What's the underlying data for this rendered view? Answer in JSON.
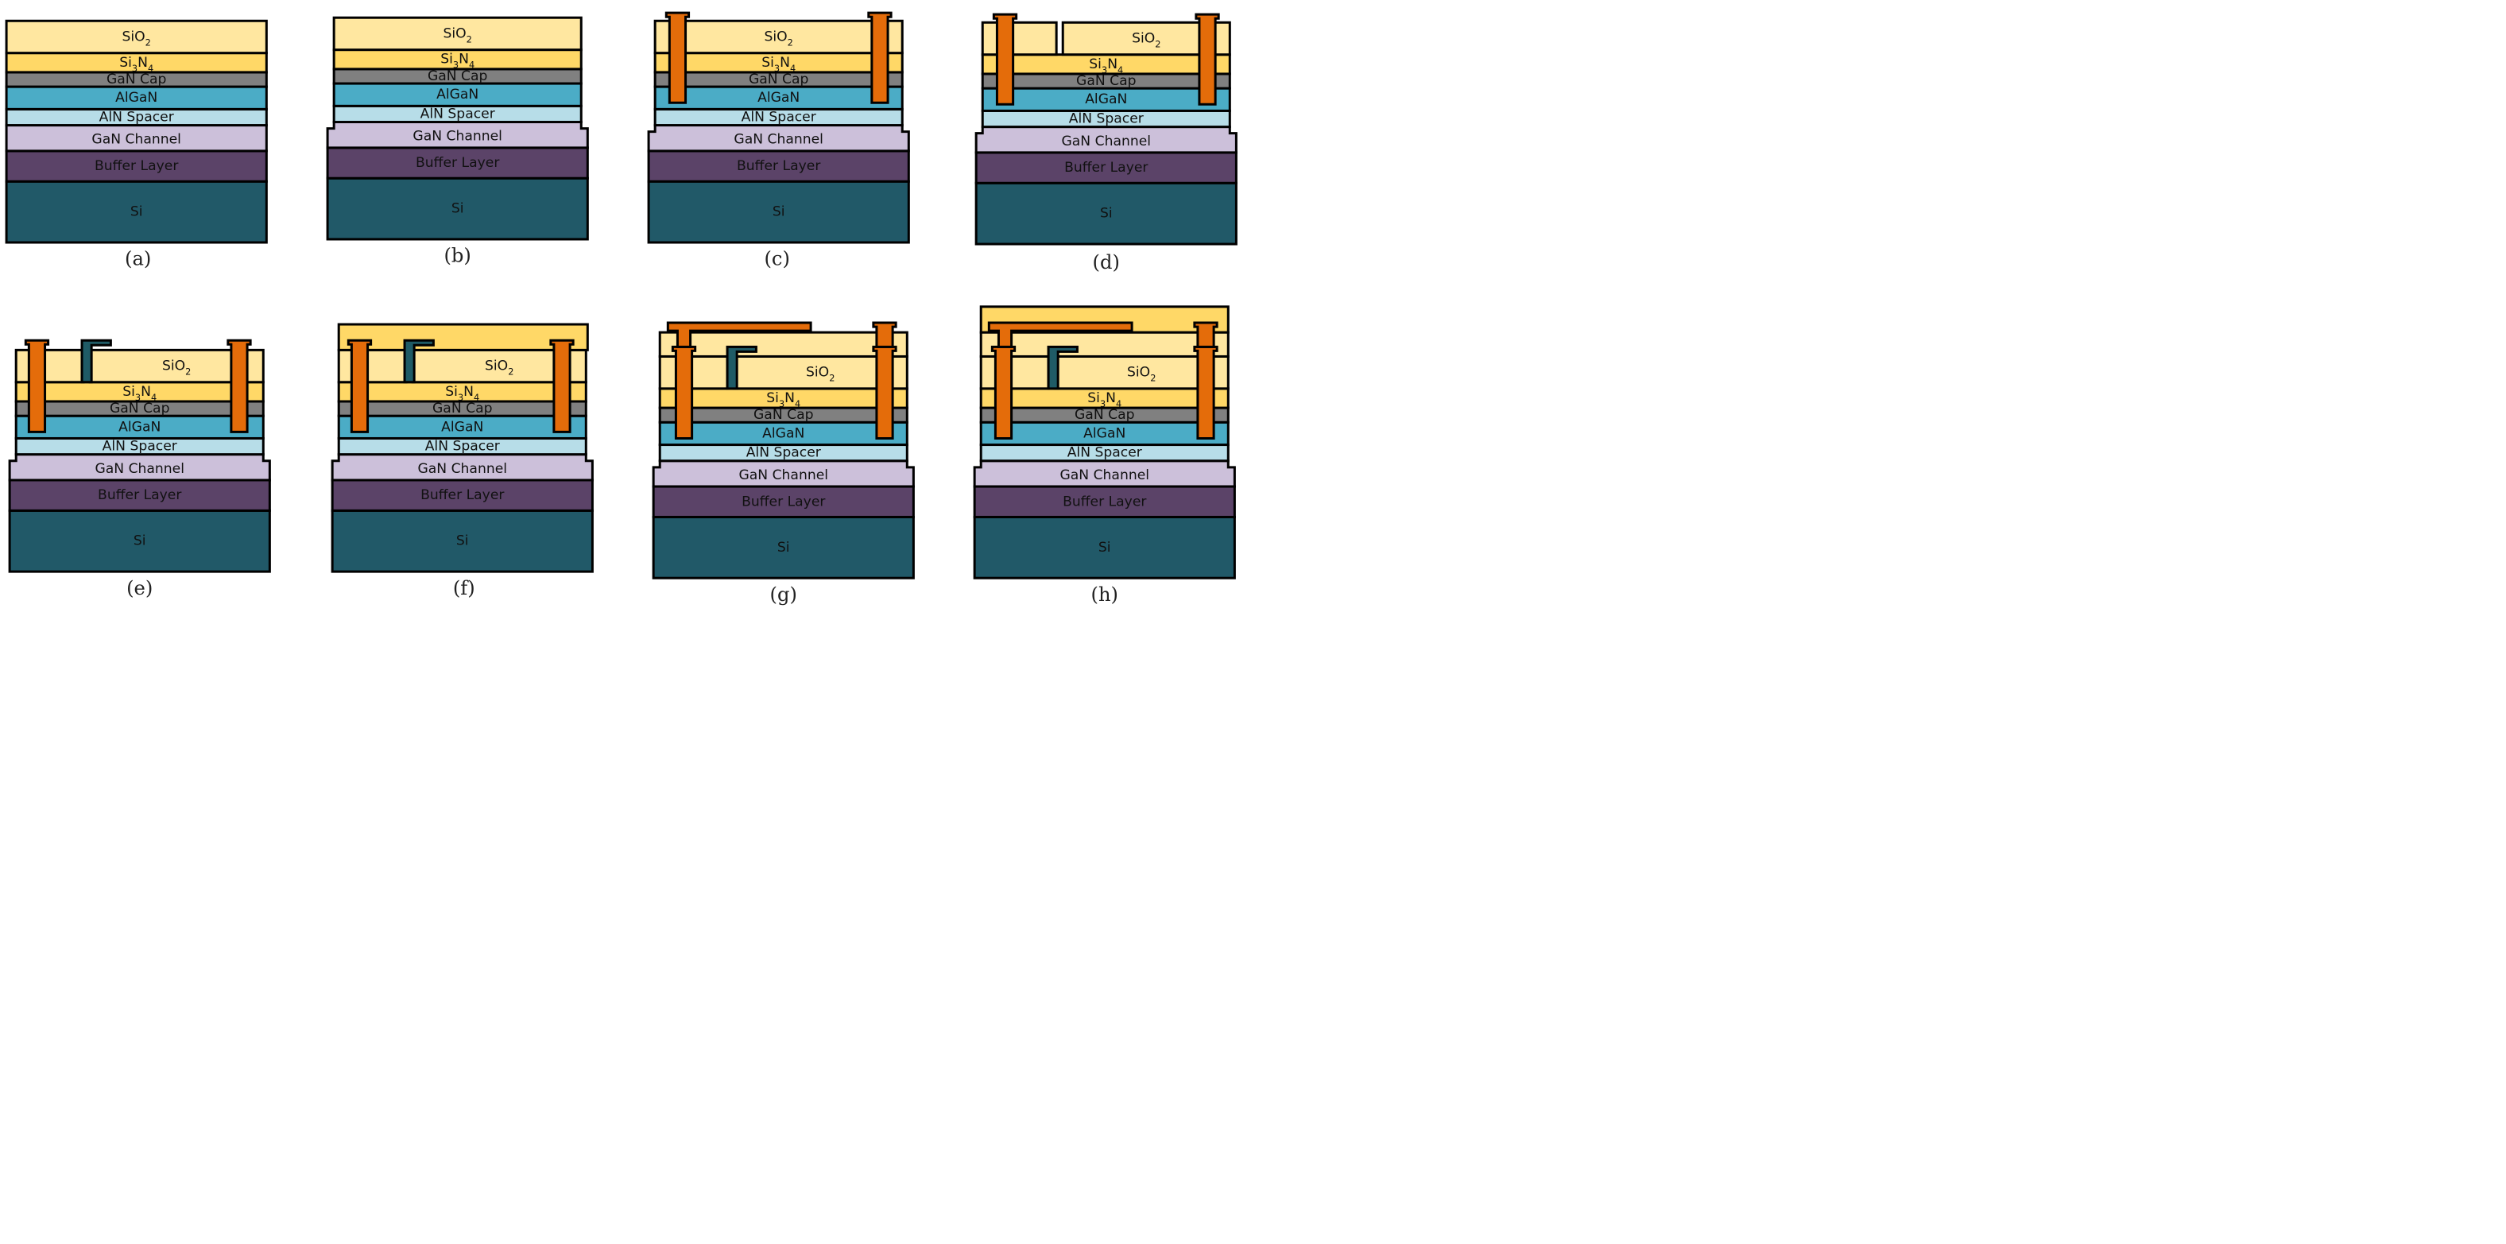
{
  "colors": {
    "sio2": "#FFE7A0",
    "si3n4": "#FFD867",
    "gan_cap": "#808080",
    "algan": "#4BACC6",
    "aln_spacer": "#B7DDE8",
    "gan_channel": "#CCC0DA",
    "buffer_layer": "#5B4368",
    "si": "#215968",
    "metal": "#E46C0A",
    "gate": "#1F5B66",
    "outline": "#000000"
  },
  "layers": {
    "sio2": {
      "base": "SiO",
      "sub": "2"
    },
    "si3n4": {
      "base": "Si",
      "sub1": "3",
      "mid": "N",
      "sub2": "4"
    },
    "gan_cap": "GaN Cap",
    "algan": "AlGaN",
    "aln_spacer": "AlN Spacer",
    "gan_channel": "GaN Channel",
    "buffer_layer": "Buffer Layer",
    "si": "Si"
  },
  "captions": [
    "(a)",
    "(b)",
    "(c)",
    "(d)",
    "(e)",
    "(f)",
    "(g)",
    "(h)"
  ]
}
